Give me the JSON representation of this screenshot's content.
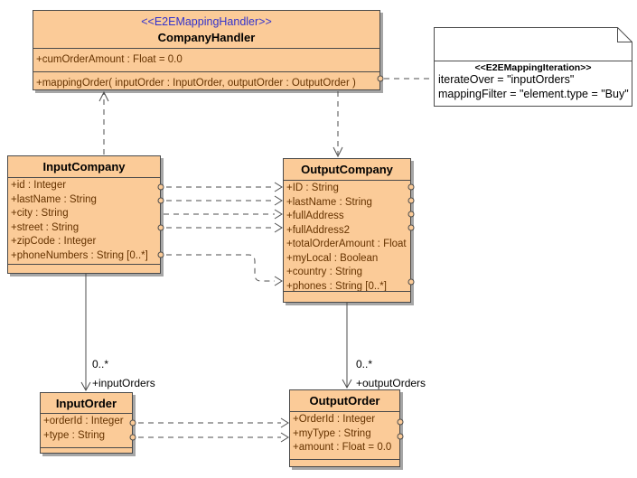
{
  "classes": {
    "company_handler": {
      "stereotype": "<<E2EMappingHandler>>",
      "name": "CompanyHandler",
      "attributes": [
        "+cumOrderAmount : Float = 0.0"
      ],
      "operations": [
        "+mappingOrder( inputOrder : InputOrder, outputOrder : OutputOrder )"
      ]
    },
    "input_company": {
      "name": "InputCompany",
      "attributes": [
        "+id : Integer",
        "+lastName : String",
        "+city : String",
        "+street : String",
        "+zipCode : Integer",
        "+phoneNumbers : String [0..*]"
      ]
    },
    "output_company": {
      "name": "OutputCompany",
      "attributes": [
        "+ID : String",
        "+lastName : String",
        "+fullAddress",
        "+fullAddress2",
        "+totalOrderAmount : Float",
        "+myLocal : Boolean",
        "+country : String",
        "+phones : String [0..*]"
      ]
    },
    "input_order": {
      "name": "InputOrder",
      "attributes": [
        "+orderId : Integer",
        "+type : String"
      ]
    },
    "output_order": {
      "name": "OutputOrder",
      "attributes": [
        "+OrderId : Integer",
        "+myType : String",
        "+amount : Float = 0.0"
      ]
    }
  },
  "note": {
    "stereotype": "<<E2EMappingIteration>>",
    "line1": "iterateOver = \"inputOrders\"",
    "line2": "mappingFilter = \"element.type = \"Buy\""
  },
  "edge_labels": {
    "input_multiplicity": "0..*",
    "input_role": "+inputOrders",
    "output_multiplicity": "0..*",
    "output_role": "+outputOrders"
  },
  "colors": {
    "class_fill": "#FBCB98",
    "class_border": "#4a4a4a",
    "shadow": "#A6A6A6",
    "stereotype_text": "#3333CC",
    "member_text": "#663300",
    "connector": "#4d4d4d"
  }
}
